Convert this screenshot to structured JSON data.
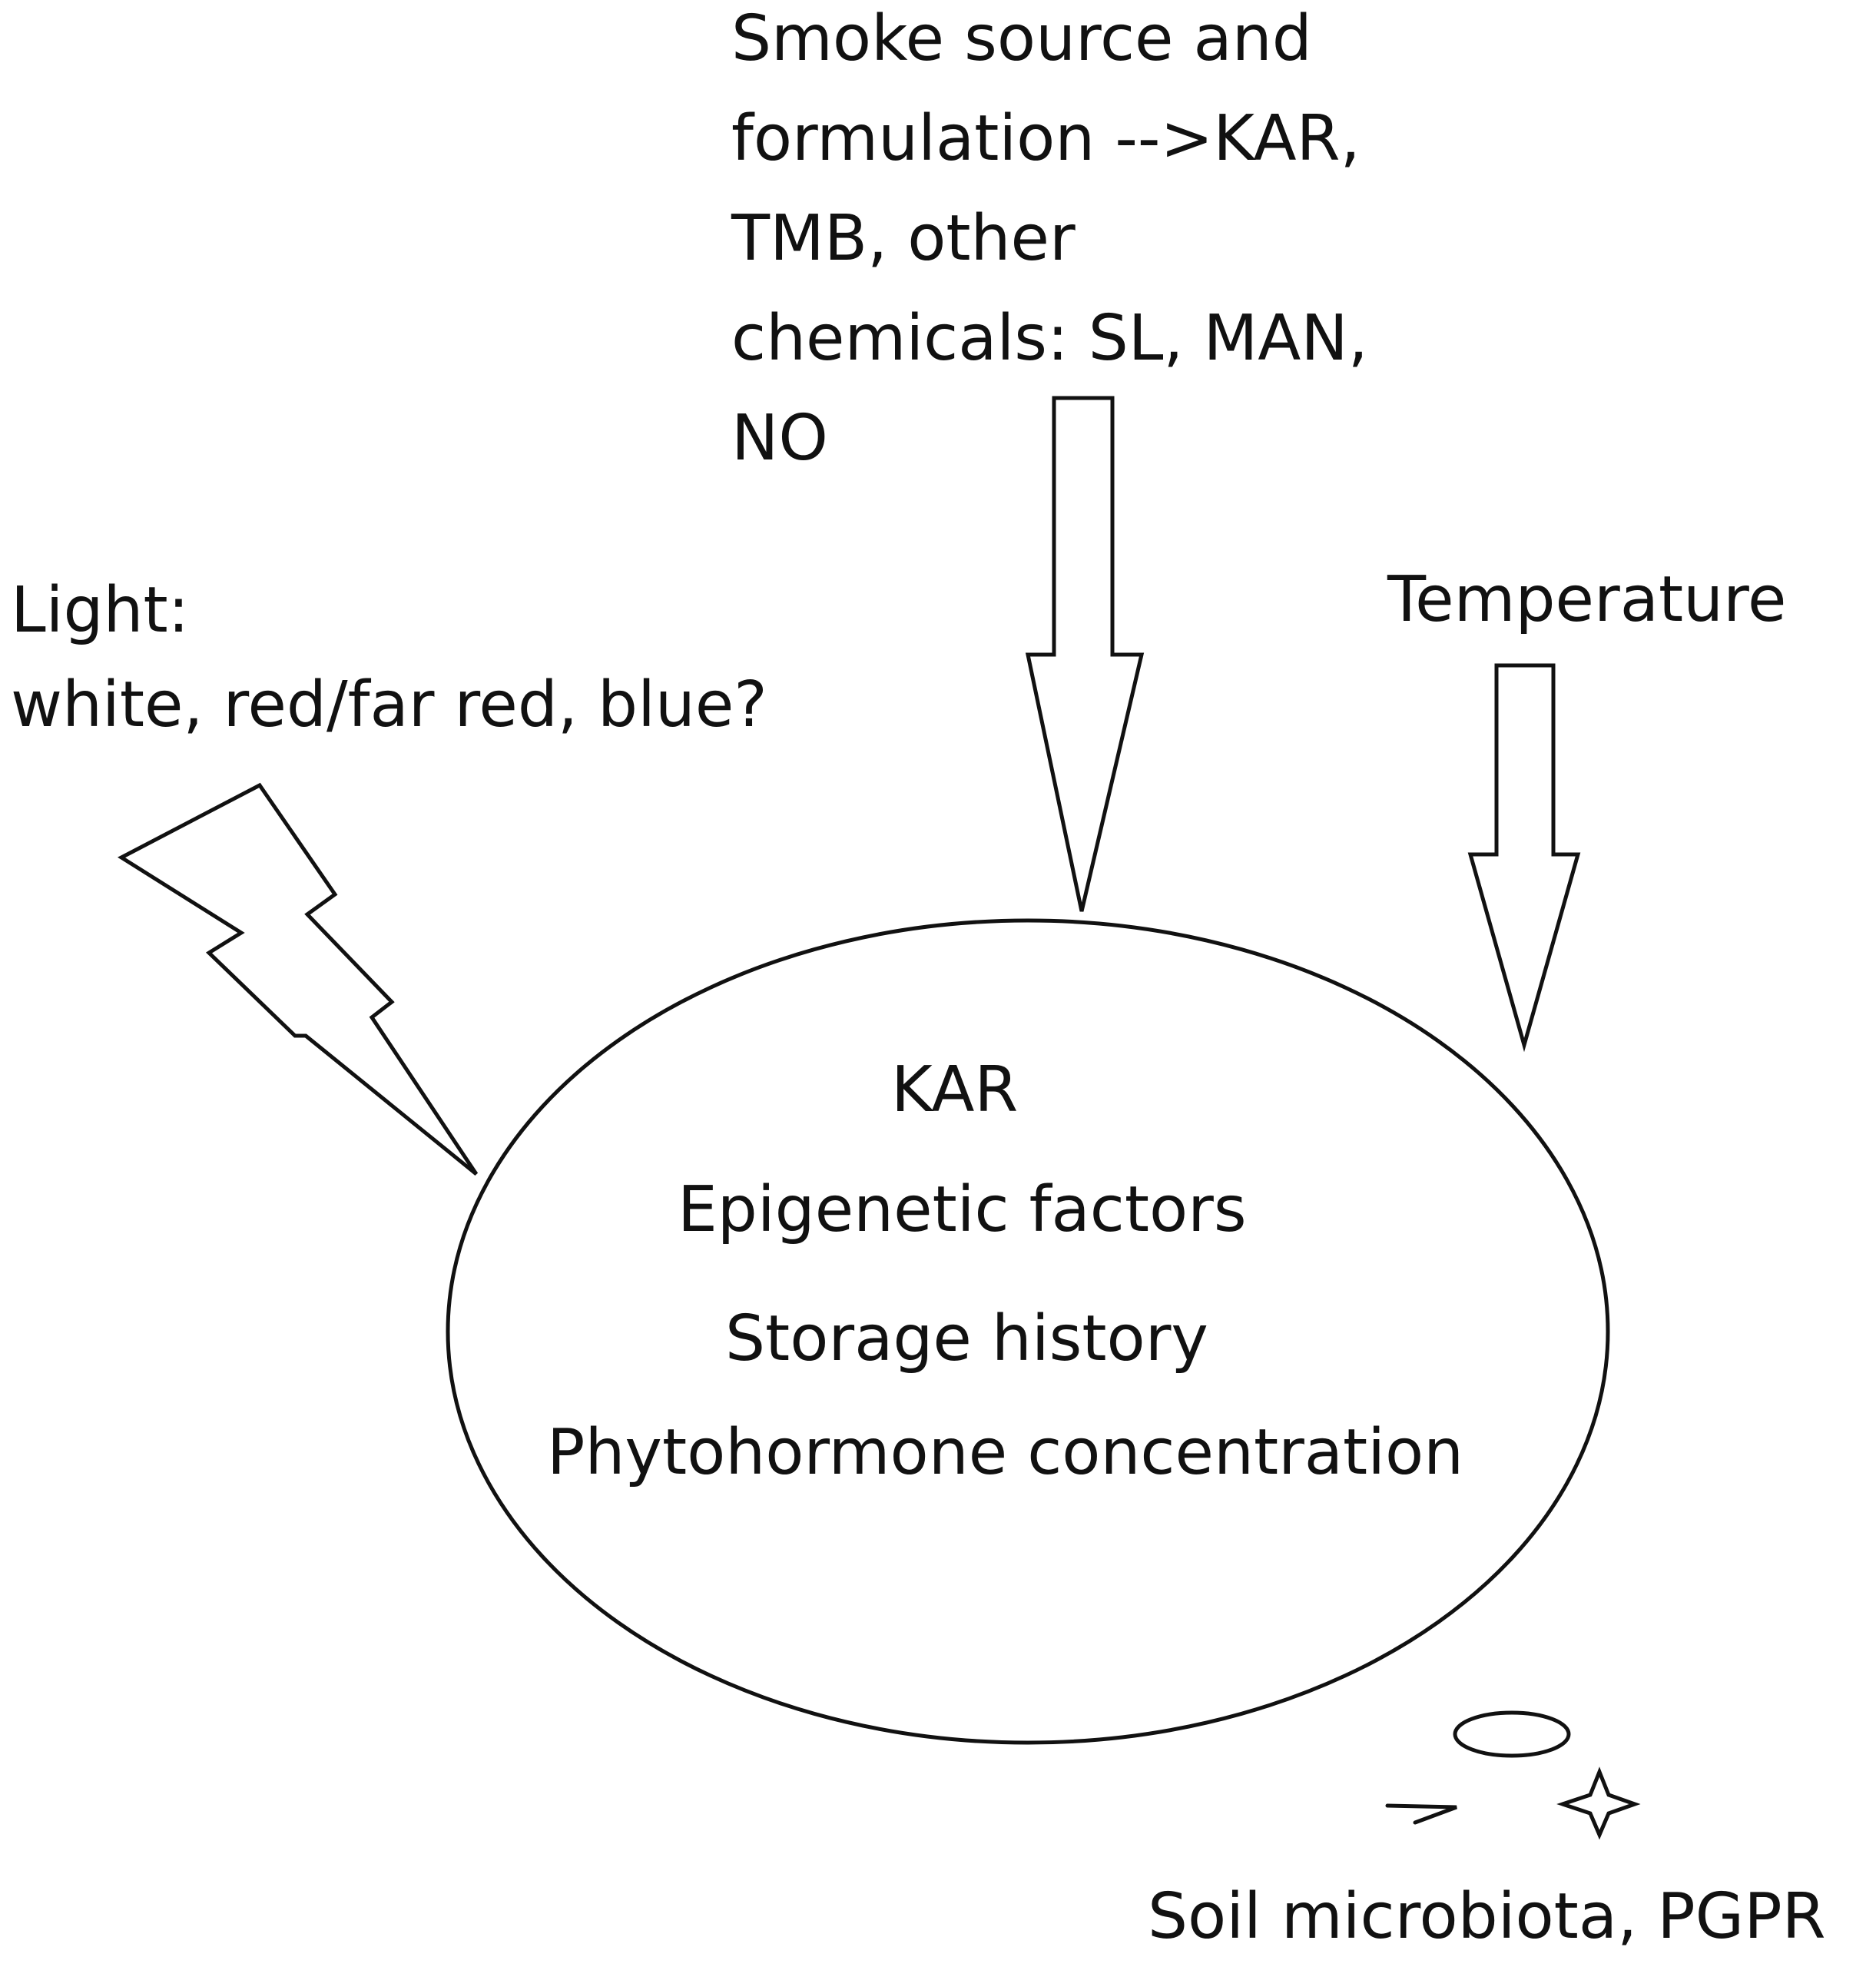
{
  "labels": {
    "smoke": [
      "Smoke source and",
      "formulation -->KAR,",
      "TMB, other",
      "chemicals: SL, MAN,",
      "NO"
    ],
    "light": [
      "Light:",
      "white, red/far red, blue?"
    ],
    "temperature": "Temperature",
    "soil": "Soil microbiota, PGPR"
  },
  "seed_factors": [
    "KAR",
    "Epigenetic factors",
    "Storage history",
    "Phytohormone concentration"
  ],
  "colors": {
    "stroke": "#111111",
    "text": "#111111",
    "background": "#ffffff"
  }
}
